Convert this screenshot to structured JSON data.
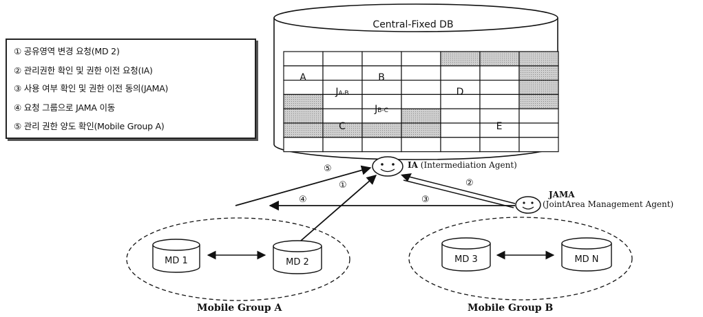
{
  "legend": {
    "items": [
      "① 공유영역 변경 요청(MD 2)",
      "② 관리권한 확인 및 권한 이전 요청(IA)",
      "③ 사용 여부 확인 및 권한 이전 동의(JAMA)",
      "④ 요청 그룹으로 JAMA 이동",
      "⑤ 관리 권한 양도 확인(Mobile Group A)"
    ]
  },
  "database": {
    "title": "Central-Fixed DB",
    "cells": {
      "a": "A",
      "b": "B",
      "c": "C",
      "d": "D",
      "e": "E",
      "jab_main": "J",
      "jab_sub": "A-B",
      "jbc_main": "J",
      "jbc_sub": "B-C"
    }
  },
  "agents": {
    "ia_short": "IA",
    "ia_full": "(Intermediation Agent)",
    "jama_short": "JAMA",
    "jama_full": "(JointArea Management Agent)"
  },
  "steps": {
    "s1": "①",
    "s2": "②",
    "s3": "③",
    "s4": "④",
    "s5": "⑤"
  },
  "groups": {
    "a": {
      "label": "Mobile Group A",
      "devices": [
        "MD 1",
        "MD 2"
      ]
    },
    "b": {
      "label": "Mobile Group B",
      "devices": [
        "MD 3",
        "MD N"
      ]
    }
  },
  "colors": {
    "shaded": "#bdbdbd",
    "stroke": "#111111"
  }
}
